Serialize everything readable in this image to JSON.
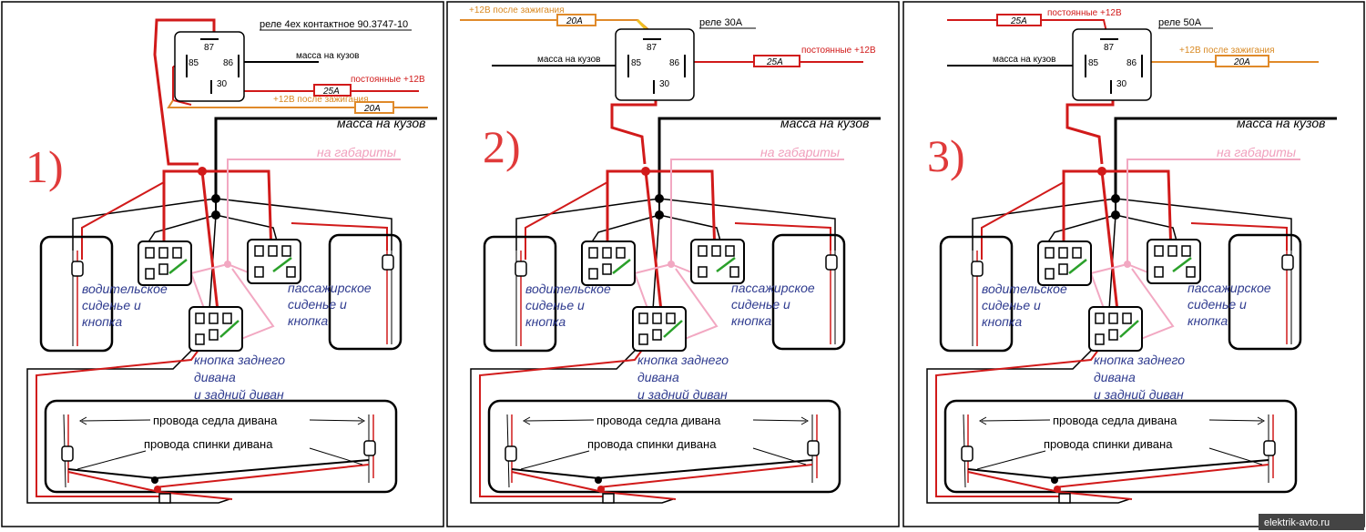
{
  "panels": [
    {
      "number": "1)",
      "relay_label": "реле 4ех контактное 90.3747-10",
      "pins": [
        "87",
        "85",
        "86",
        "30"
      ],
      "relay_mass_label": "масса на кузов",
      "constant_label": "постоянные +12В",
      "constant_fuse": "25А",
      "ignition_label": "+12В после зажигания",
      "ignition_fuse": "20А"
    },
    {
      "number": "2)",
      "relay_label": "реле 30А",
      "pins": [
        "87",
        "85",
        "86",
        "30"
      ],
      "relay_mass_label": "масса на кузов",
      "constant_label": "постоянные +12В",
      "constant_fuse": "25А",
      "ignition_label": "+12В после зажигания",
      "ignition_fuse": "20А"
    },
    {
      "number": "3)",
      "relay_label": "реле 50А",
      "pins": [
        "87",
        "85",
        "86",
        "30"
      ],
      "relay_mass_label": "масса на кузов",
      "constant_label": "постоянные +12В",
      "constant_fuse": "25А",
      "ignition_label": "+12В после зажигания",
      "ignition_fuse": "20А"
    }
  ],
  "common": {
    "mass_label": "масса на кузов",
    "marker_label": "на габариты",
    "driver_label": [
      "водительское",
      "сиденье и",
      "кнопка"
    ],
    "passenger_label": [
      "пассажирское",
      "сиденье и",
      "кнопка"
    ],
    "rear_label": [
      "кнопка заднего",
      "дивана",
      "и задний диван"
    ],
    "seat_wires_label": "провода седла дивана",
    "back_wires_label": "провода спинки дивана"
  },
  "watermark": "elektrik-avto.ru",
  "colors": {
    "red": "#d11a1a",
    "black": "#000000",
    "pink": "#f2a8c2",
    "orange": "#e08a2a",
    "yellow": "#f0c020",
    "green": "#2aa02a",
    "number": "#e03a3a",
    "blue_text": "#2f3b8f"
  }
}
